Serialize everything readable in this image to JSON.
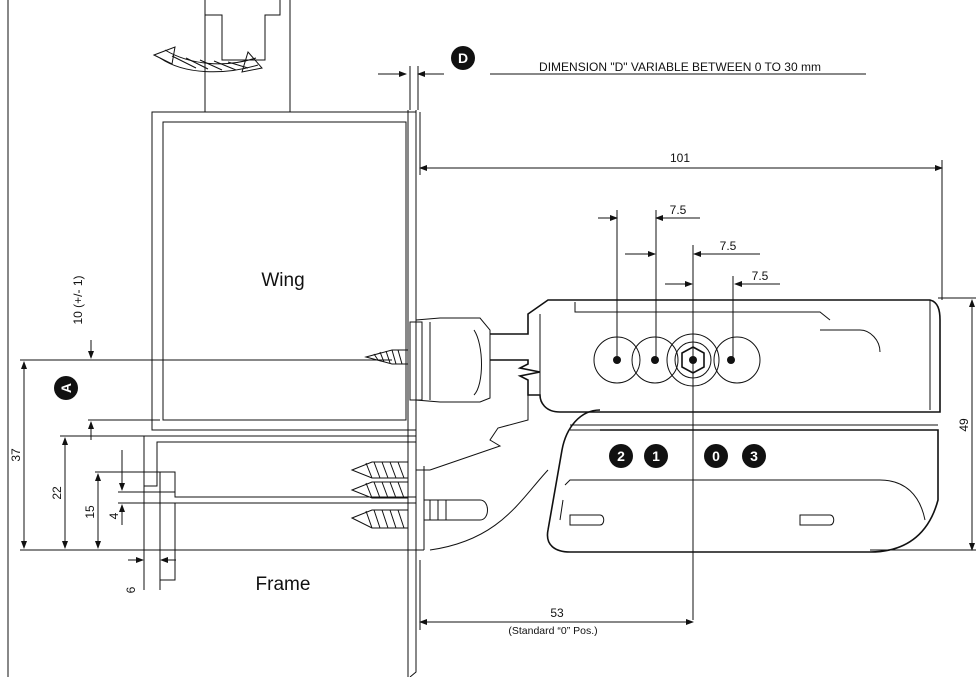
{
  "labels": {
    "wing": "Wing",
    "frame": "Frame",
    "dimension_d_note": "DIMENSION \"D\" VARIABLE BETWEEN 0 TO 30 mm",
    "standard_pos": "(Standard “0” Pos.)"
  },
  "badges": {
    "d": "D",
    "a": "A",
    "pos2": "2",
    "pos1": "1",
    "pos0": "0",
    "pos3": "3"
  },
  "dimensions": {
    "width_101": "101",
    "offset_a": "7.5",
    "offset_b": "7.5",
    "offset_c": "7.5",
    "height_49": "49",
    "height_37": "37",
    "height_22": "22",
    "height_15": "15",
    "height_4": "4",
    "height_6": "6",
    "tol_10": "10 (+/- 1)",
    "distance_53": "53"
  },
  "colors": {
    "line": "#111111",
    "badge_fill": "#111111",
    "background": "#ffffff"
  }
}
